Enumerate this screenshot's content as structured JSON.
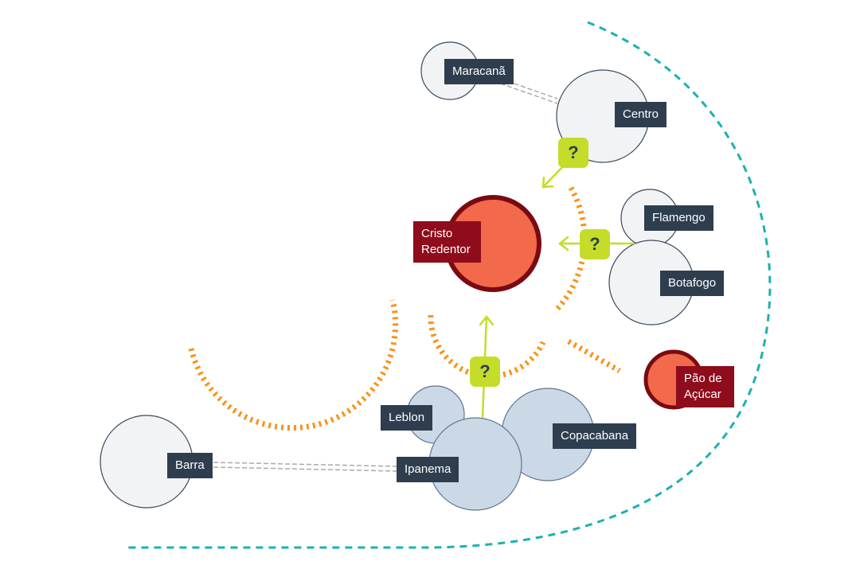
{
  "labels": {
    "maracana": "Maracanã",
    "centro": "Centro",
    "flamengo": "Flamengo",
    "botafogo": "Botafogo",
    "cristo": "Cristo Redentor",
    "pao": "Pão de Açúcar",
    "leblon": "Leblon",
    "copacabana": "Copacabana",
    "barra": "Barra",
    "ipanema": "Ipanema"
  },
  "question_mark": "?",
  "colors": {
    "label_dark": "#2e3e4e",
    "label_red": "#8e0c1c",
    "landmark_fill": "#f26a4b",
    "landmark_ring": "#7a0a12",
    "neutral_circle_fill": "#f2f3f5",
    "neutral_circle_stroke": "#3b4a59",
    "south_zone_fill": "#cbd8e6",
    "south_zone_stroke": "#5d7694",
    "question_badge": "#c5dc2a",
    "arrow": "#c5dc2a",
    "orange_arcs": "#f7941d",
    "teal_boundary": "#1bb1b0",
    "connector": "#aaaaaa"
  }
}
